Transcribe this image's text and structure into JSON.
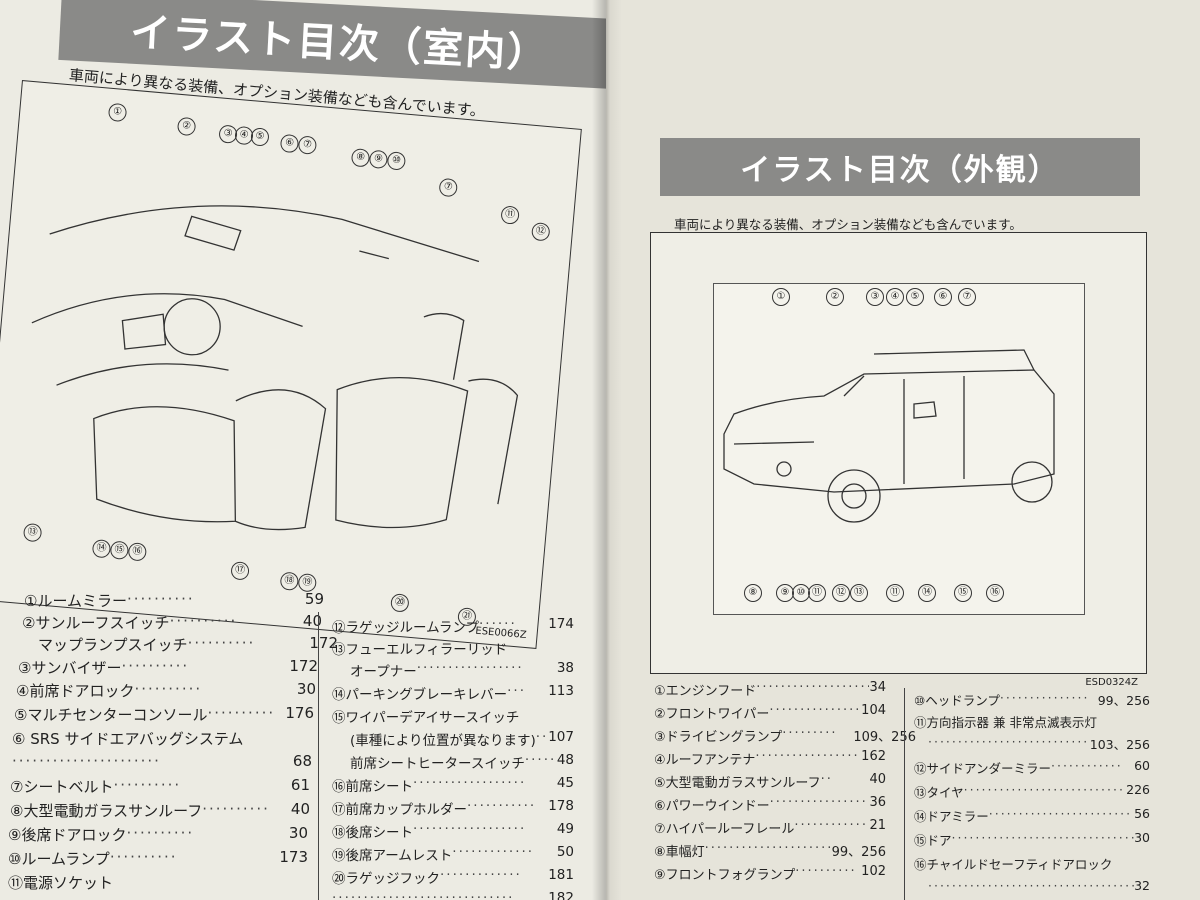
{
  "left": {
    "title": "イラスト目次（室内）",
    "note": "車両により異なる装備、オプション装備なども含んでいます。",
    "code": "ESE0066Z",
    "markers": [
      "①",
      "②",
      "③",
      "④",
      "⑤",
      "⑥",
      "⑦",
      "⑧",
      "⑨",
      "⑩",
      "⑦",
      "⑪",
      "⑫",
      "⑬",
      "⑭",
      "⑮",
      "⑯",
      "⑰",
      "⑱",
      "⑲",
      "⑳",
      "㉑"
    ],
    "col1": [
      {
        "label": "①ルームミラー",
        "page": "59"
      },
      {
        "label": "②サンルーフスイッチ",
        "page": "40"
      },
      {
        "label": "マップランプスイッチ",
        "page": "172"
      },
      {
        "label": "③サンバイザー",
        "page": "172"
      },
      {
        "label": "④前席ドアロック",
        "page": "30"
      },
      {
        "label": "⑤マルチセンターコンソール",
        "page": "176"
      },
      {
        "label": "⑥ SRS サイドエアバッグシステム",
        "page": ""
      },
      {
        "label": "",
        "page": "68"
      },
      {
        "label": "⑦シートベルト",
        "page": "61"
      },
      {
        "label": "⑧大型電動ガラスサンルーフ",
        "page": "40"
      },
      {
        "label": "⑨後席ドアロック",
        "page": "30"
      },
      {
        "label": "⑩ルームランプ",
        "page": "173"
      },
      {
        "label": "⑪電源ソケット",
        "page": ""
      }
    ],
    "col2": [
      {
        "label": "⑫ラゲッジルームランプ",
        "page": "174"
      },
      {
        "label": "⑬フューエルフィラーリッド",
        "page": ""
      },
      {
        "label": "オープナー",
        "page": "38"
      },
      {
        "label": "⑭パーキングブレーキレバー",
        "page": "113"
      },
      {
        "label": "⑮ワイパーデアイサースイッチ",
        "page": ""
      },
      {
        "label": "(車種により位置が異なります)",
        "page": "107"
      },
      {
        "label": "前席シートヒータースイッチ",
        "page": "48"
      },
      {
        "label": "⑯前席シート",
        "page": "45"
      },
      {
        "label": "⑰前席カップホルダー",
        "page": "178"
      },
      {
        "label": "⑱後席シート",
        "page": "49"
      },
      {
        "label": "⑲後席アームレスト",
        "page": "50"
      },
      {
        "label": "⑳ラゲッジフック",
        "page": "181"
      },
      {
        "label": "",
        "page": "182"
      }
    ]
  },
  "right": {
    "title": "イラスト目次（外観）",
    "note": "車両により異なる装備、オプション装備なども含んでいます。",
    "code": "ESD0324Z",
    "markers_top": [
      "①",
      "②",
      "③",
      "④",
      "⑤",
      "⑥",
      "⑦"
    ],
    "markers_bottom": [
      "⑧",
      "⑨",
      "⑩",
      "⑪",
      "⑫",
      "⑬",
      "⑪",
      "⑭",
      "⑮",
      "⑯"
    ],
    "col1": [
      {
        "label": "①エンジンフード",
        "page": "34"
      },
      {
        "label": "②フロントワイパー",
        "page": "104"
      },
      {
        "label": "③ドライビングランプ",
        "page": "109、256"
      },
      {
        "label": "④ルーフアンテナ",
        "page": "162"
      },
      {
        "label": "⑤大型電動ガラスサンルーフ",
        "page": "40"
      },
      {
        "label": "⑥パワーウインドー",
        "page": "36"
      },
      {
        "label": "⑦ハイパールーフレール",
        "page": "21"
      },
      {
        "label": "⑧車幅灯",
        "page": "99、256"
      },
      {
        "label": "⑨フロントフォグランプ",
        "page": "102"
      }
    ],
    "col2": [
      {
        "label": "⑩ヘッドランプ",
        "page": "99、256"
      },
      {
        "label": "⑪方向指示器 兼 非常点滅表示灯",
        "page": ""
      },
      {
        "label": "",
        "page": "103、256"
      },
      {
        "label": "⑫サイドアンダーミラー",
        "page": "60"
      },
      {
        "label": "⑬タイヤ",
        "page": "226"
      },
      {
        "label": "⑭ドアミラー",
        "page": "56"
      },
      {
        "label": "⑮ドア",
        "page": "30"
      },
      {
        "label": "⑯チャイルドセーフティドアロック",
        "page": ""
      },
      {
        "label": "",
        "page": "32"
      }
    ]
  }
}
